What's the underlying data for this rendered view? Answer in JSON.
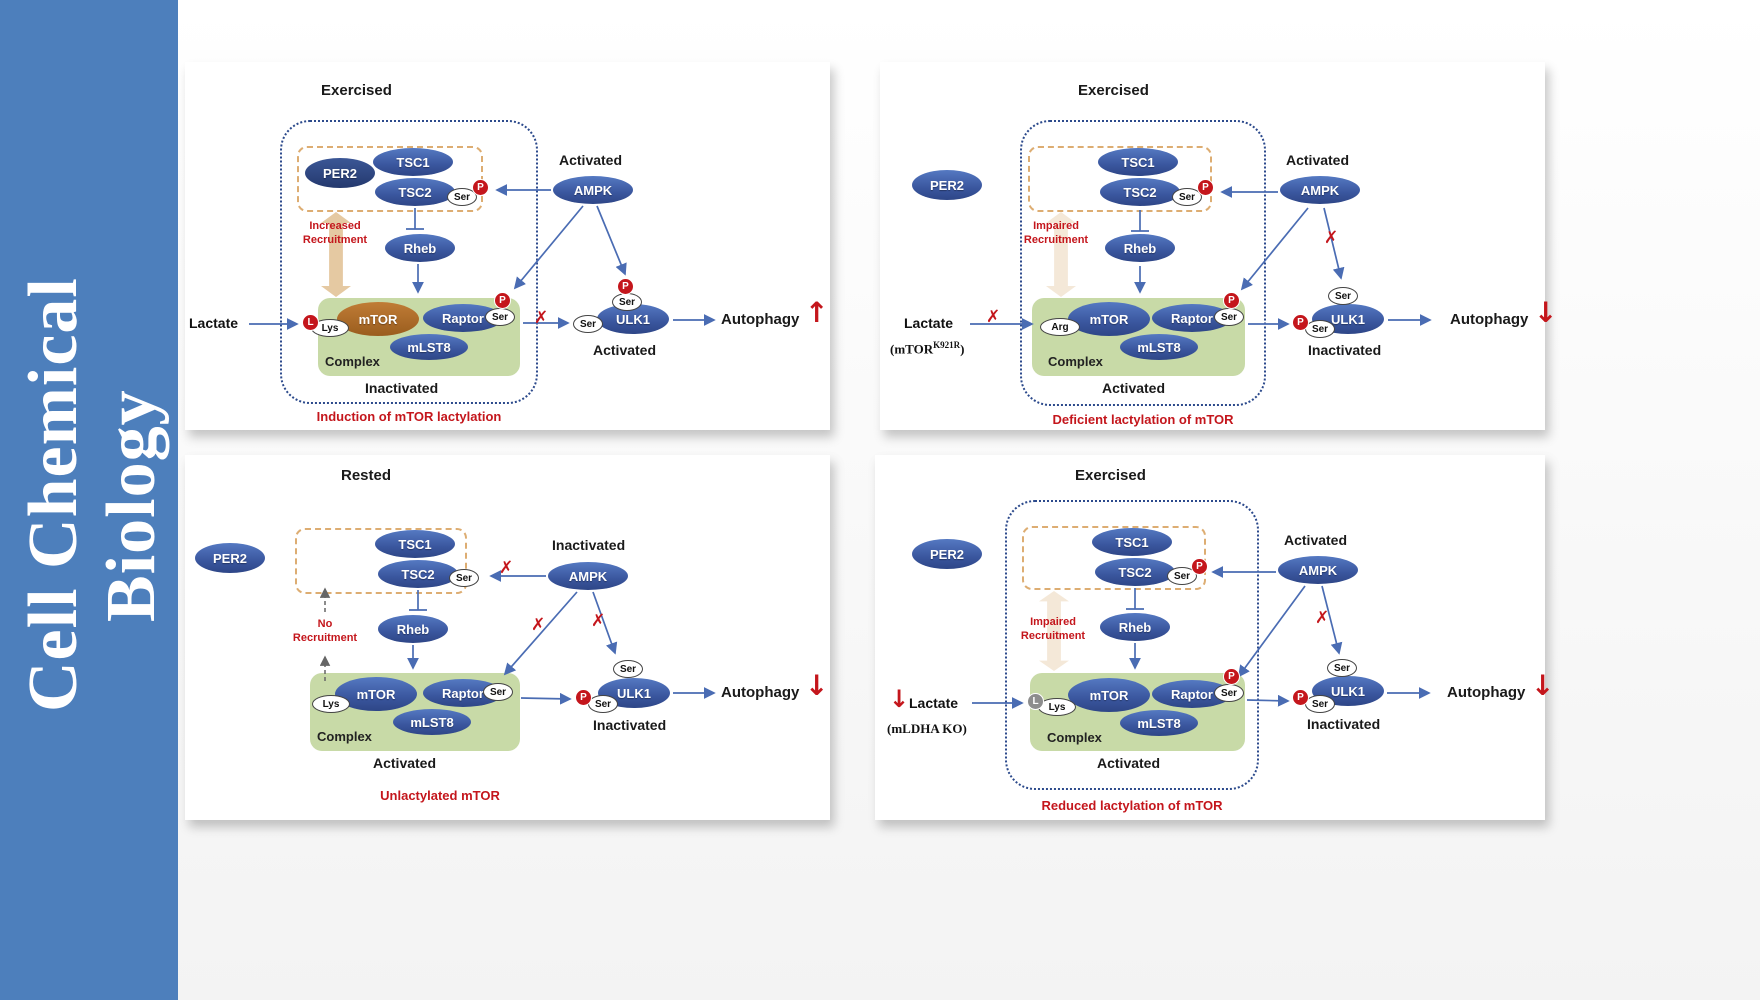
{
  "sidebar": {
    "line1": "Cell Chemical",
    "line2": "Biology"
  },
  "nodes": {
    "per2": "PER2",
    "tsc1": "TSC1",
    "tsc2": "TSC2",
    "rheb": "Rheb",
    "mtor": "mTOR",
    "raptor": "Raptor",
    "mlst8": "mLST8",
    "ampk": "AMPK",
    "ulk1": "ULK1"
  },
  "badges": {
    "ser": "Ser",
    "p": "P",
    "l": "L",
    "lys": "Lys",
    "arg": "Arg"
  },
  "glyphs": {
    "x": "✗",
    "up": "↑",
    "down": "↓"
  },
  "labels": {
    "complex": "Complex",
    "lactate": "Lactate",
    "autophagy": "Autophagy",
    "activated": "Activated",
    "inactivated": "Inactivated"
  },
  "colors": {
    "sidebar_blue": "#4d7fbc",
    "node_blue": "#3a569e",
    "mtor_brown": "#a96a24",
    "complex_green": "#c8daa7",
    "accent_red": "#c4161c",
    "recruit_tan": "#e5c9a2"
  },
  "panels": [
    {
      "condition": "Exercised",
      "ampk_state": "Activated",
      "complex_state": "Inactivated",
      "ulk1_state": "Activated",
      "recruitment": "Increased\nRecruitment",
      "caption": "Induction of mTOR lactylation",
      "autophagy_trend": "↑"
    },
    {
      "condition": "Exercised",
      "ampk_state": "Activated",
      "complex_state": "Activated",
      "ulk1_state": "Inactivated",
      "recruitment": "Impaired\nRecruitment",
      "caption": "Deficient lactylation of mTOR",
      "mutant_pre": "(mTOR",
      "mutant_sup": "K921R",
      "mutant_post": ")",
      "autophagy_trend": "↓"
    },
    {
      "condition": "Rested",
      "ampk_state": "Inactivated",
      "complex_state": "Activated",
      "ulk1_state": "Inactivated",
      "recruitment": "No\nRecruitment",
      "caption": "Unlactylated mTOR",
      "autophagy_trend": "↓"
    },
    {
      "condition": "Exercised",
      "ampk_state": "Activated",
      "complex_state": "Activated",
      "ulk1_state": "Inactivated",
      "recruitment": "Impaired\nRecruitment",
      "caption": "Reduced lactylation of mTOR",
      "knockout": "(mLDHA KO)",
      "lactate_trend": "↓",
      "autophagy_trend": "↓"
    }
  ]
}
